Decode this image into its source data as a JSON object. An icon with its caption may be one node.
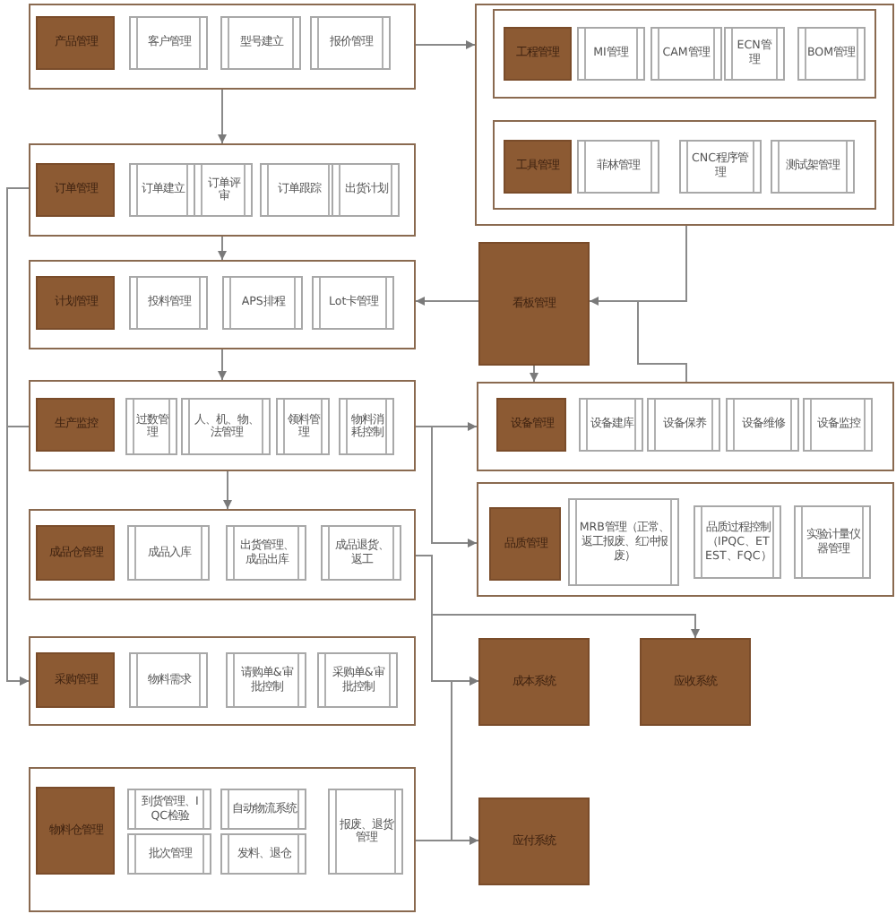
{
  "diagram": {
    "nodes": [
      {
        "text": [],
        "shape": "box"
      },
      {
        "text": [
          "产品管理"
        ],
        "in": 0
      },
      {
        "text": [
          "客户管理"
        ],
        "in": 0
      },
      {
        "text": [
          "型号建立"
        ],
        "in": 0
      },
      {
        "text": [
          "报价管理"
        ],
        "in": 0
      },
      {
        "text": [],
        "shape": "box"
      },
      {
        "text": [],
        "shape": "box",
        "in": 5
      },
      {
        "text": [
          "工程管理"
        ],
        "in": 6
      },
      {
        "text": [
          "MI管理"
        ],
        "in": 6
      },
      {
        "text": [
          "CAM管理"
        ],
        "in": 6
      },
      {
        "text": [
          "ECN管理"
        ],
        "in": 6
      },
      {
        "text": [
          "BOM管理"
        ],
        "in": 6
      },
      {
        "text": [],
        "shape": "box",
        "in": 5
      },
      {
        "text": [
          "工具管理"
        ],
        "in": 12
      },
      {
        "text": [
          "菲林管理"
        ],
        "in": 12
      },
      {
        "text": [
          "CNC程序管理"
        ],
        "in": 12
      },
      {
        "text": [
          "测试架管理"
        ],
        "in": 12
      },
      {
        "text": [],
        "shape": "box"
      },
      {
        "text": [
          "订单管理"
        ],
        "in": 17
      },
      {
        "text": [
          "订单建立"
        ],
        "in": 17
      },
      {
        "text": [
          "订单评审"
        ],
        "in": 17
      },
      {
        "text": [
          "订单跟踪"
        ],
        "in": 17
      },
      {
        "text": [
          "出货计划"
        ],
        "in": 17
      },
      {
        "text": [],
        "shape": "box"
      },
      {
        "text": [
          "计划管理"
        ],
        "in": 23
      },
      {
        "text": [
          "投料管理"
        ],
        "in": 23
      },
      {
        "text": [
          "APS排程"
        ],
        "in": 23
      },
      {
        "text": [
          "Lot卡管理"
        ],
        "in": 23
      },
      {
        "text": [
          "看板管理"
        ]
      },
      {
        "text": [],
        "shape": "box"
      },
      {
        "text": [
          "生产监控"
        ],
        "in": 29
      },
      {
        "text": [
          "过数管理"
        ],
        "in": 29
      },
      {
        "text": [
          "人、机、物、法管理"
        ],
        "in": 29
      },
      {
        "text": [
          "领料管理"
        ],
        "in": 29
      },
      {
        "text": [
          "物料消耗控制"
        ],
        "in": 29
      },
      {
        "text": [],
        "shape": "box"
      },
      {
        "text": [
          "设备管理"
        ],
        "in": 35
      },
      {
        "text": [
          "设备建库"
        ],
        "in": 35
      },
      {
        "text": [
          "设备保养"
        ],
        "in": 35
      },
      {
        "text": [
          "设备维修"
        ],
        "in": 35
      },
      {
        "text": [
          "设备监控"
        ],
        "in": 35
      },
      {
        "text": [],
        "shape": "box"
      },
      {
        "text": [
          "品质管理"
        ],
        "in": 41
      },
      {
        "text": [
          "MRB管理（正常、返工报废、红冲报废）"
        ],
        "in": 41
      },
      {
        "text": [
          "品质过程控制（IPQC、ETEST、FQC）"
        ],
        "in": 41
      },
      {
        "text": [
          "实验计量仪器管理"
        ],
        "in": 41
      },
      {
        "text": [],
        "shape": "box"
      },
      {
        "text": [
          "成品仓管理"
        ],
        "in": 46
      },
      {
        "text": [
          "成品入库"
        ],
        "in": 46
      },
      {
        "text": [
          "出货管理、成品出库"
        ],
        "in": 46
      },
      {
        "text": [
          "成品退货、返工"
        ],
        "in": 46
      },
      {
        "text": [],
        "shape": "box"
      },
      {
        "text": [
          "采购管理"
        ],
        "in": 51
      },
      {
        "text": [
          "物料需求"
        ],
        "in": 51
      },
      {
        "text": [
          "请购单&审批控制"
        ],
        "in": 51
      },
      {
        "text": [
          "采购单&审批控制"
        ],
        "in": 51
      },
      {
        "text": [
          "成本系统"
        ]
      },
      {
        "text": [
          "应收系统"
        ]
      },
      {
        "text": [],
        "shape": "box"
      },
      {
        "text": [
          "物料仓管理"
        ],
        "in": 58
      },
      {
        "text": [
          "到货管理、IQC检验"
        ],
        "in": 58
      },
      {
        "text": [
          "自动物流系统"
        ],
        "in": 58
      },
      {
        "text": [
          "批次管理"
        ],
        "in": 58
      },
      {
        "text": [
          "发料、退仓"
        ],
        "in": 58
      },
      {
        "text": [
          "报废、退货管理"
        ],
        "in": 58
      },
      {
        "text": [
          "应付系统"
        ]
      }
    ],
    "edges": [
      {
        "from": 0,
        "to": 17,
        "arrow": "to"
      },
      {
        "from": 0,
        "to": 5,
        "arrow": "to"
      },
      {
        "from": 17,
        "to": 23,
        "arrow": "to"
      },
      {
        "from": 23,
        "to": 29,
        "arrow": "to"
      },
      {
        "from": 29,
        "to": 46,
        "arrow": "to"
      },
      {
        "from": 5,
        "to": 28,
        "arrow": "to"
      },
      {
        "from": 28,
        "to": 23,
        "arrow": "to"
      },
      {
        "from": 28,
        "to": 35,
        "arrow": "to"
      },
      {
        "from": 5,
        "to": 35,
        "arrow": "none"
      },
      {
        "from": 29,
        "to": 35,
        "arrow": "to"
      },
      {
        "from": 29,
        "to": 41,
        "arrow": "to"
      },
      {
        "from": 46,
        "to": 57,
        "arrow": "to"
      },
      {
        "from": 46,
        "to": 56,
        "arrow": "to"
      },
      {
        "from": 58,
        "to": 65,
        "arrow": "to"
      },
      {
        "from": 58,
        "to": 56,
        "arrow": "to"
      },
      {
        "from": 17,
        "to": 51,
        "arrow": "to"
      },
      {
        "from": 29,
        "to": 51,
        "arrow": "to"
      }
    ]
  }
}
